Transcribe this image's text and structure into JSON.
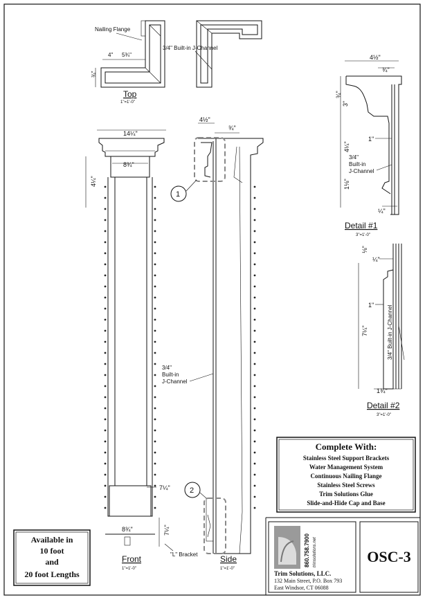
{
  "top_view": {
    "title": "Top",
    "scale": "1\"=1'-0\"",
    "nailing_flange": "Nailing Flange",
    "dim_4": "4\"",
    "dim_5_3_4": "5¾\"",
    "dim_3_4": "¾\"",
    "j_channel": "3/4\" Built-in J-Channel"
  },
  "front_view": {
    "title": "Front",
    "scale": "1\"=1'-0\"",
    "dim_top": "14¼\"",
    "dim_cap": "8¾\"",
    "dim_cap_height": "4¼\"",
    "dim_base_top": "7¼\"",
    "dim_base": "8¾\"",
    "dim_base_height": "7¼\"",
    "bracket_label": "\"L\" Bracket"
  },
  "side_view": {
    "title": "Side",
    "scale": "1\"=1'-0\"",
    "dim_4_1_2": "4½\"",
    "dim_3_4": "¾\"",
    "j_channel_line1": "3/4\"",
    "j_channel_line2": "Built-in",
    "j_channel_line3": "J-Channel",
    "callout_1": "1",
    "callout_2": "2"
  },
  "detail_1": {
    "title": "Detail #1",
    "scale": "3\"=1'-0\"",
    "dim_4_1_2": "4½\"",
    "dim_3_4_top": "¾\"",
    "dim_3_4_left": "¾\"",
    "dim_3": "3\"",
    "dim_1": "1\"",
    "dim_4_1_4": "4¼\"",
    "dim_1_1_8": "1⅛\"",
    "dim_1_4": "¼\"",
    "j_channel_line1": "3/4\"",
    "j_channel_line2": "Built-in",
    "j_channel_line3": "J-Channel"
  },
  "detail_2": {
    "title": "Detail #2",
    "scale": "3\"=1'-0\"",
    "dim_1_8": "⅛\"",
    "dim_1_4": "¼\"",
    "dim_1": "1\"",
    "dim_7_1_4": "7¼\"",
    "dim_1_3_4": "1¾\"",
    "j_channel": "3/4\" Built-in J-Channel"
  },
  "complete_with": {
    "heading": "Complete With:",
    "items": [
      "Stainless Steel Support Brackets",
      "Water Management System",
      "Continuous Nailing Flange",
      "Stainless Steel Screws",
      "Trim Solutions Glue",
      "Slide-and-Hide Cap and Base"
    ]
  },
  "availability": {
    "line1": "Available in",
    "line2": "10 foot",
    "line3": "and",
    "line4": "20 foot Lengths"
  },
  "title_block": {
    "phone": "860.758.7900",
    "web": "trimsolutions.net",
    "company": "Trim Solutions, LLC.",
    "address1": "132 Main Street, P.O. Box 793",
    "address2": "East Windsor, CT 06088",
    "drawing_number": "OSC-3"
  }
}
